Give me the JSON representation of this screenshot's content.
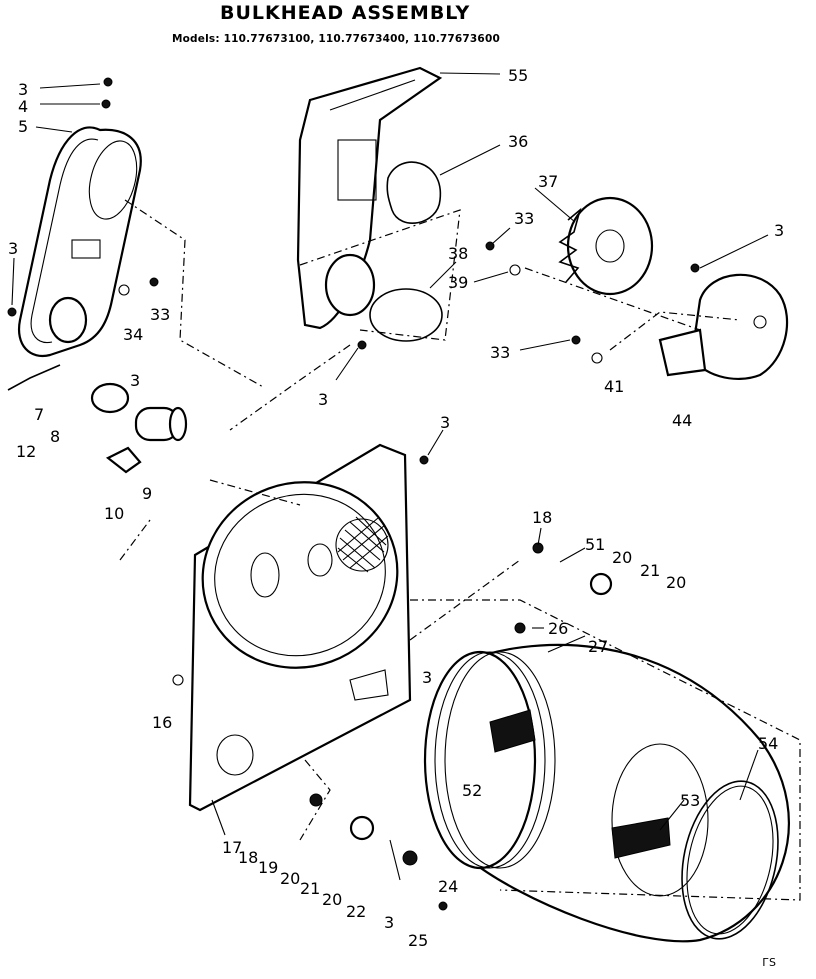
{
  "title": "BULKHEAD ASSEMBLY",
  "models": "Models: 110.77673100, 110.77673400, 110.77673600",
  "corner_mark": "ГЅ",
  "callouts": [
    "3",
    "4",
    "5",
    "3",
    "33",
    "34",
    "12",
    "7",
    "3",
    "8",
    "10",
    "9",
    "55",
    "36",
    "37",
    "33",
    "3",
    "38",
    "39",
    "3",
    "33",
    "41",
    "44",
    "3",
    "18",
    "51",
    "20",
    "21",
    "20",
    "16",
    "26",
    "27",
    "3",
    "52",
    "53",
    "54",
    "17",
    "18",
    "19",
    "20",
    "21",
    "20",
    "22",
    "3",
    "24",
    "25"
  ]
}
